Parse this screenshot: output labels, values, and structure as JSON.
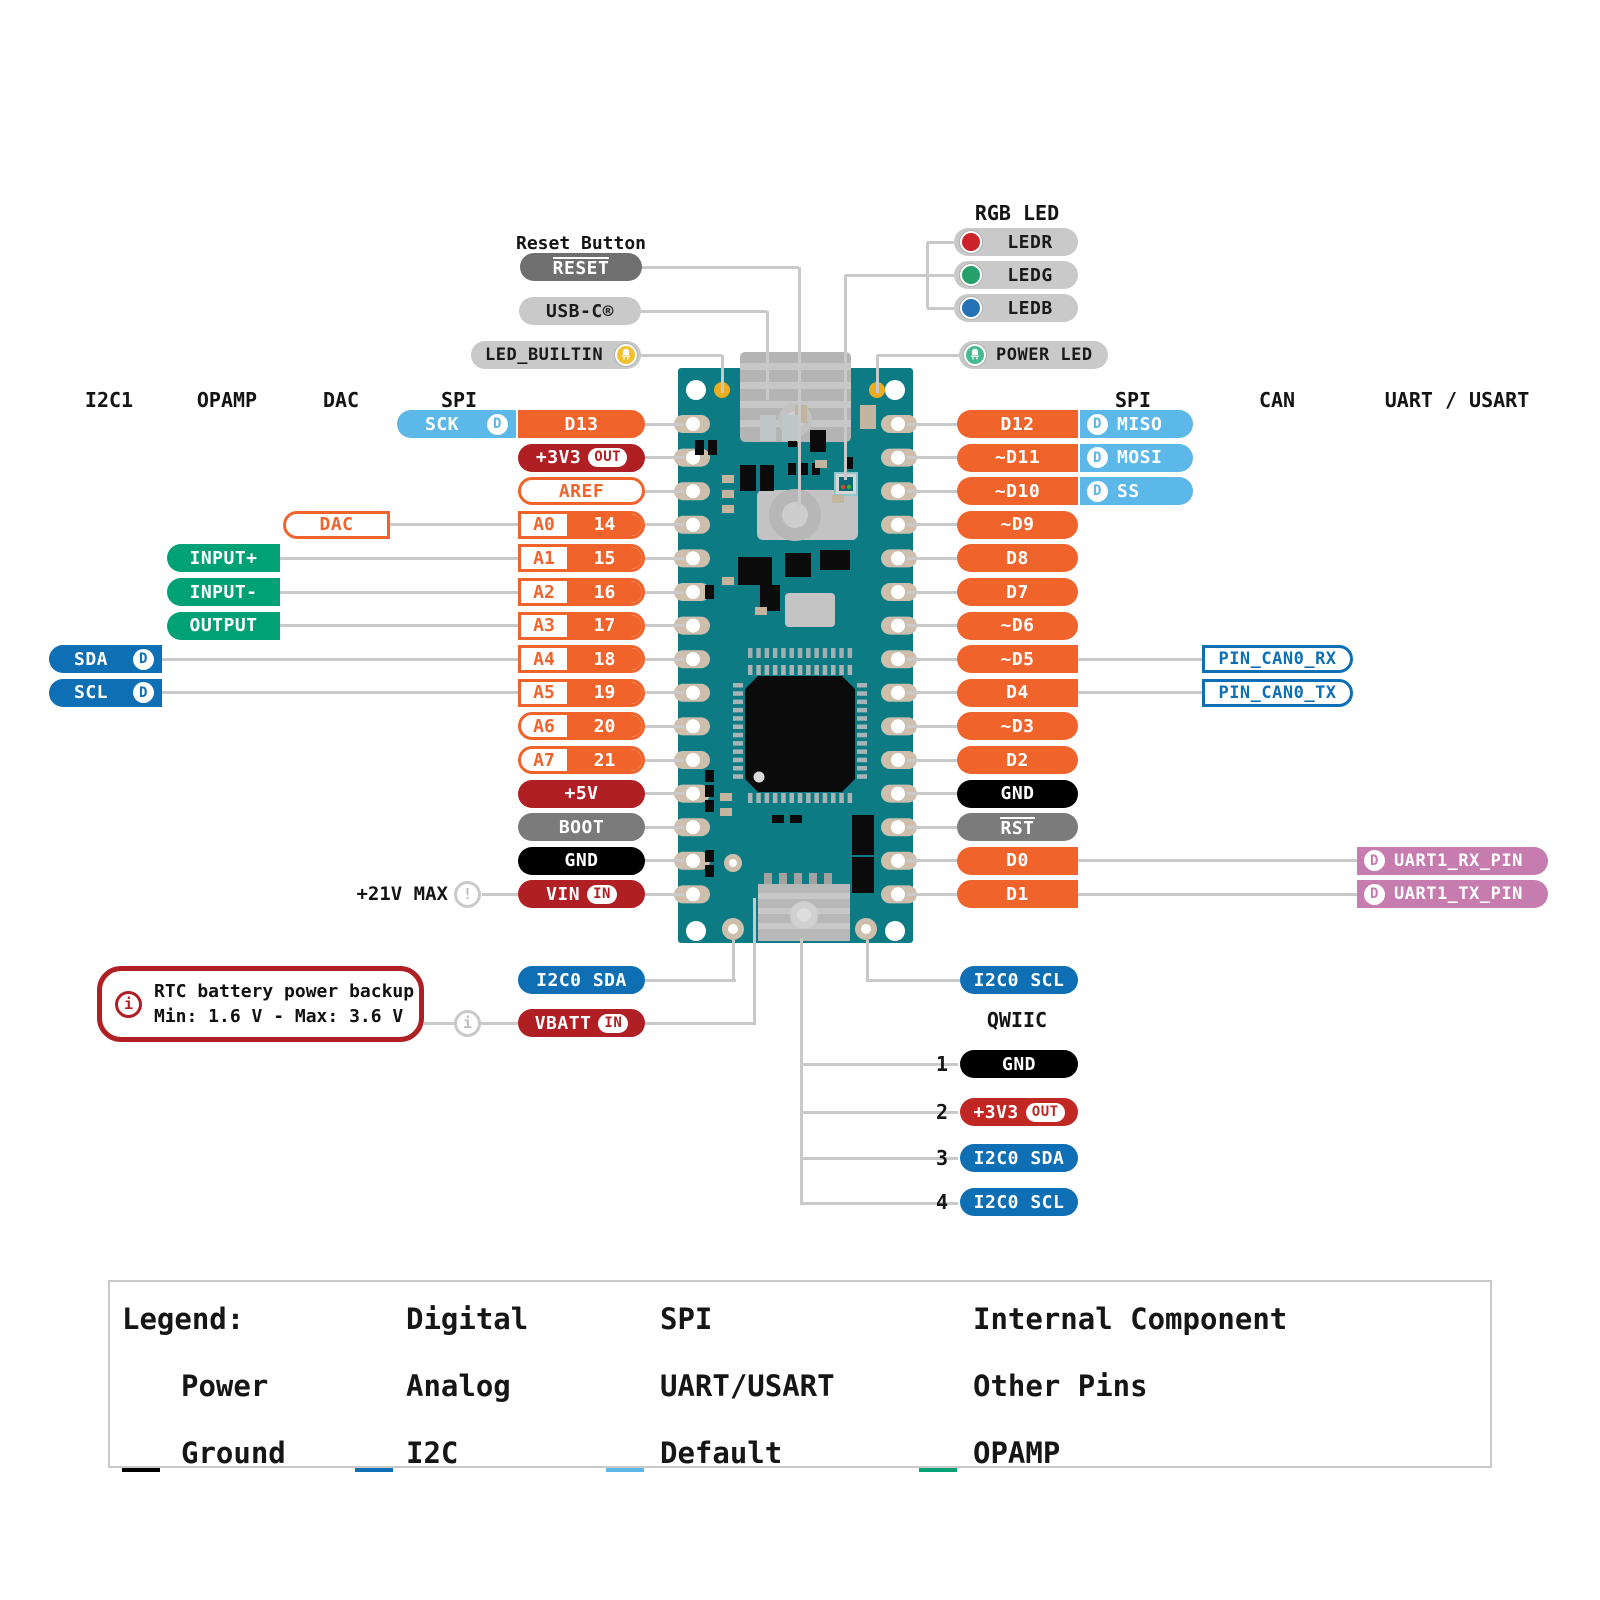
{
  "colors": {
    "digital": "#F0642C",
    "power": "#B01F24",
    "power_bright": "#C22823",
    "ground": "#000000",
    "i2c": "#0E6FB4",
    "spi": "#5BB8E8",
    "uart": "#C77CAF",
    "opamp": "#00A175",
    "other": "#7B7B7B",
    "other_dark": "#6F6F6F",
    "internal": "#C9C9C9",
    "analog_accent": "#F0642C",
    "board_teal": "#0C7B84",
    "line": "#C9C9C9",
    "led_yellow": "#F2C12E",
    "led_green": "#46BB92",
    "led_red": "#CC2229",
    "led_rgb_green": "#25A06B",
    "led_rgb_blue": "#2471B6",
    "pad_gold": "#EDAD20",
    "pad_tan": "#CDBFAC"
  },
  "top": {
    "reset_caption": "Reset Button",
    "reset_pin": "RESET",
    "usb_label": "USB-C®",
    "led_builtin_label": "LED_BUILTIN",
    "rgb_led_header": "RGB LED",
    "rgb_leds": [
      {
        "label": "LEDR",
        "color_key": "led_red"
      },
      {
        "label": "LEDG",
        "color_key": "led_rgb_green"
      },
      {
        "label": "LEDB",
        "color_key": "led_rgb_blue"
      }
    ],
    "power_led_label": "POWER LED"
  },
  "headers_left": [
    "I2C1",
    "OPAMP",
    "DAC",
    "SPI"
  ],
  "headers_right": [
    "SPI",
    "CAN",
    "UART / USART"
  ],
  "rows": [
    {
      "left": {
        "label": "D13",
        "type": "digital",
        "flat_left": true
      },
      "left_label": {
        "label": "SCK",
        "type": "spi",
        "d": true
      },
      "right": {
        "label": "D12",
        "type": "digital",
        "flat_right": true
      },
      "right_label": {
        "label": "MISO",
        "type": "spi",
        "d": true
      }
    },
    {
      "left": {
        "label": "+3V3",
        "type": "power",
        "badge": "OUT"
      },
      "right": {
        "label": "~D11",
        "type": "digital",
        "flat_right": true
      },
      "right_label": {
        "label": "MOSI",
        "type": "spi",
        "d": true
      }
    },
    {
      "left": {
        "label": "AREF",
        "type": "analog_round"
      },
      "right": {
        "label": "~D10",
        "type": "digital",
        "flat_right": true
      },
      "right_label": {
        "label": "SS",
        "type": "spi",
        "d": true
      }
    },
    {
      "left": {
        "label": "A0",
        "num": "14",
        "type": "analog_num"
      },
      "left_label": {
        "label": "DAC",
        "type": "dac"
      },
      "right": {
        "label": "~D9",
        "type": "digital"
      }
    },
    {
      "left": {
        "label": "A1",
        "num": "15",
        "type": "analog_num"
      },
      "left_label": {
        "label": "INPUT+",
        "type": "opamp"
      },
      "right": {
        "label": "D8",
        "type": "digital"
      }
    },
    {
      "left": {
        "label": "A2",
        "num": "16",
        "type": "analog_num"
      },
      "left_label": {
        "label": "INPUT-",
        "type": "opamp"
      },
      "right": {
        "label": "D7",
        "type": "digital"
      }
    },
    {
      "left": {
        "label": "A3",
        "num": "17",
        "type": "analog_num"
      },
      "left_label": {
        "label": "OUTPUT",
        "type": "opamp"
      },
      "right": {
        "label": "~D6",
        "type": "digital"
      }
    },
    {
      "left": {
        "label": "A4",
        "num": "18",
        "type": "analog_num"
      },
      "left_label": {
        "label": "SDA",
        "type": "i2c",
        "d": true
      },
      "right": {
        "label": "~D5",
        "type": "digital",
        "flat_right": true
      },
      "right_label": {
        "label": "PIN_CAN0_RX",
        "type": "can"
      }
    },
    {
      "left": {
        "label": "A5",
        "num": "19",
        "type": "analog_num"
      },
      "left_label": {
        "label": "SCL",
        "type": "i2c",
        "d": true
      },
      "right": {
        "label": "D4",
        "type": "digital",
        "flat_right": true
      },
      "right_label": {
        "label": "PIN_CAN0_TX",
        "type": "can"
      }
    },
    {
      "left": {
        "label": "A6",
        "num": "20",
        "type": "analog_num",
        "round_left": true
      },
      "right": {
        "label": "~D3",
        "type": "digital"
      }
    },
    {
      "left": {
        "label": "A7",
        "num": "21",
        "type": "analog_num",
        "round_left": true
      },
      "right": {
        "label": "D2",
        "type": "digital"
      }
    },
    {
      "left": {
        "label": "+5V",
        "type": "power"
      },
      "right": {
        "label": "GND",
        "type": "ground"
      }
    },
    {
      "left": {
        "label": "BOOT",
        "type": "other"
      },
      "right": {
        "label": "RST",
        "type": "other",
        "overline": true
      }
    },
    {
      "left": {
        "label": "GND",
        "type": "ground"
      },
      "right": {
        "label": "D0",
        "type": "digital",
        "flat_right": true
      },
      "right_label": {
        "label": "UART1_RX_PIN",
        "type": "uart",
        "d": true
      }
    },
    {
      "left": {
        "label": "VIN",
        "type": "power",
        "badge": "IN"
      },
      "right": {
        "label": "D1",
        "type": "digital",
        "flat_right": true
      },
      "right_label": {
        "label": "UART1_TX_PIN",
        "type": "uart",
        "d": true
      }
    }
  ],
  "vin_note": {
    "text": "+21V MAX",
    "icon": "!"
  },
  "rtc_note": {
    "icon": "i",
    "line1": "RTC battery power backup",
    "line2": "Min: 1.6 V - Max: 3.6 V"
  },
  "bottom": {
    "i2c0_sda": {
      "label": "I2C0 SDA",
      "type": "i2c"
    },
    "vbatt": {
      "label": "VBATT",
      "type": "power",
      "badge": "IN",
      "icon": "i"
    },
    "i2c0_scl": {
      "label": "I2C0 SCL",
      "type": "i2c"
    },
    "qwiic": {
      "header": "QWIIC",
      "rows": [
        {
          "num": "1",
          "label": "GND",
          "type": "ground"
        },
        {
          "num": "2",
          "label": "+3V3",
          "type": "power_bright",
          "badge": "OUT"
        },
        {
          "num": "3",
          "label": "I2C0 SDA",
          "type": "i2c"
        },
        {
          "num": "4",
          "label": "I2C0 SCL",
          "type": "i2c"
        }
      ]
    }
  },
  "legend": {
    "title": "Legend:",
    "items": [
      {
        "label": "Digital",
        "swatch": "digital",
        "col": 1,
        "row": 0
      },
      {
        "label": "SPI",
        "swatch": "spi",
        "col": 2,
        "row": 0
      },
      {
        "label": "Internal Component",
        "swatch": "internal",
        "col": 3,
        "row": 0
      },
      {
        "label": "Power",
        "swatch": "power",
        "col": 0,
        "row": 1
      },
      {
        "label": "Analog",
        "swatch": "analog",
        "col": 1,
        "row": 1
      },
      {
        "label": "UART/USART",
        "swatch": "uart",
        "col": 2,
        "row": 1
      },
      {
        "label": "Other Pins",
        "swatch": "other",
        "col": 3,
        "row": 1
      },
      {
        "label": "Ground",
        "swatch": "ground",
        "col": 0,
        "row": 2
      },
      {
        "label": "I2C",
        "swatch": "i2c",
        "col": 1,
        "row": 2
      },
      {
        "label": "Default",
        "swatch": "default",
        "col": 2,
        "row": 2
      },
      {
        "label": "OPAMP",
        "swatch": "opamp",
        "col": 3,
        "row": 2
      }
    ],
    "default_letter": "D"
  }
}
